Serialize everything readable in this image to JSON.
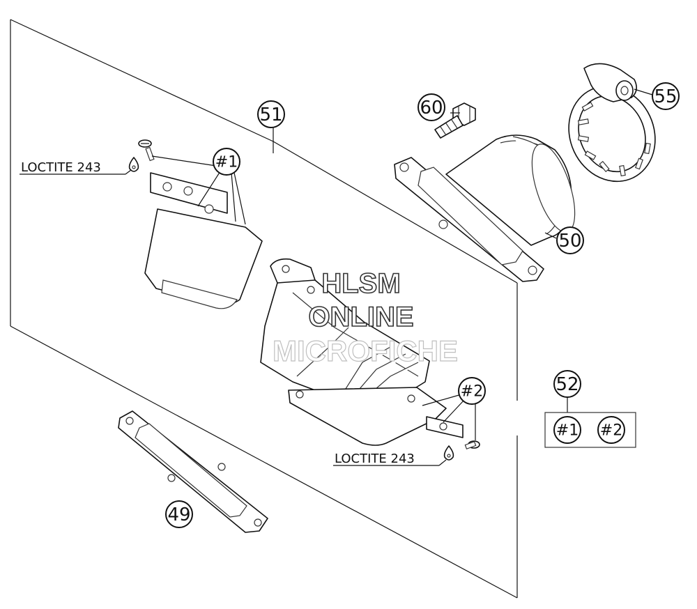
{
  "callouts": {
    "p49": "49",
    "p50": "50",
    "p51": "51",
    "p52": "52",
    "p55": "55",
    "p60": "60",
    "h1": "#1",
    "h2": "#2",
    "kit_h1": "#1",
    "kit_h2": "#2"
  },
  "labels": {
    "loctite_top": "LOCTITE 243",
    "loctite_bottom": "LOCTITE 243"
  },
  "watermark": {
    "line1": "HLSM",
    "line2": "ONLINE",
    "line3": "MICROFICHE"
  }
}
